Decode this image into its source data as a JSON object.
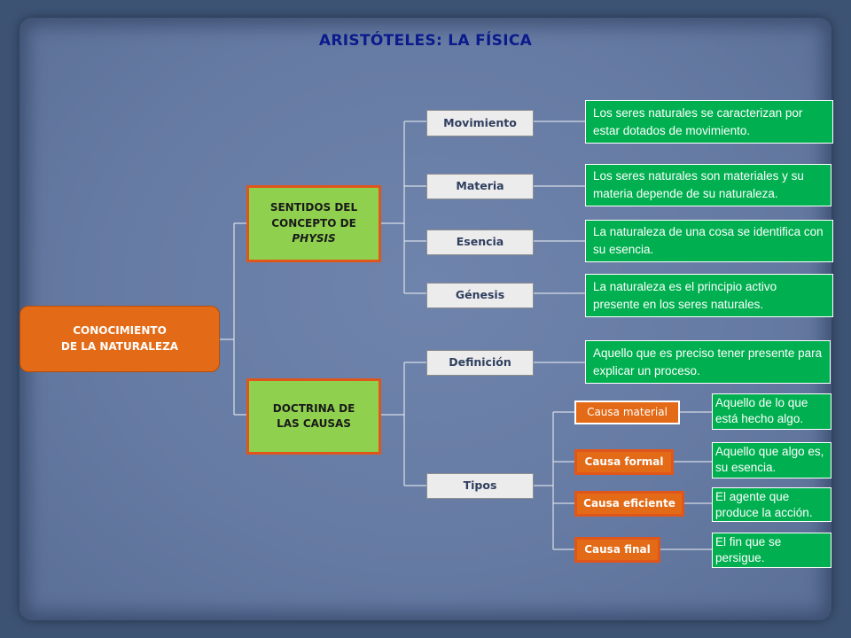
{
  "title": "ARISTÓTELES: LA  FÍSICA",
  "root": {
    "line1": "CONOCIMIENTO",
    "line2": "DE LA NATURALEZA"
  },
  "categories": [
    {
      "line1": "SENTIDOS DEL",
      "line2": "CONCEPTO  DE",
      "line3": "PHYSIS"
    },
    {
      "line1": "DOCTRINA DE",
      "line2": "LAS CAUSAS"
    }
  ],
  "physis": [
    {
      "label": "Movimiento",
      "desc": "Los seres naturales se caracterizan por estar dotados  de movimiento."
    },
    {
      "label": "Materia",
      "desc": "Los seres naturales son materiales y su materia depende de su naturaleza."
    },
    {
      "label": "Esencia",
      "desc": "La naturaleza de una cosa se identifica con  su esencia."
    },
    {
      "label": "Génesis",
      "desc": "La naturaleza es el principio activo presente en los seres naturales."
    }
  ],
  "causas": {
    "definicion": {
      "label": "Definición",
      "desc": "Aquello que es preciso tener presente  para explicar un proceso."
    },
    "tipos": {
      "label": "Tipos"
    },
    "types": [
      {
        "label": "Causa material",
        "desc": "Aquello de lo que está hecho algo."
      },
      {
        "label": "Causa formal",
        "desc": "Aquello que algo es, su esencia."
      },
      {
        "label": "Causa eficiente",
        "desc": "El agente que produce la acción."
      },
      {
        "label": "Causa final",
        "desc": "El fin que se persigue."
      }
    ]
  },
  "colors": {
    "background": "#3d5373",
    "board": "#6b80a8",
    "title": "#0b1a8c",
    "root": "#e36a16",
    "category": "#8fd14f",
    "category_border": "#e0561a",
    "sub_box": "#ececec",
    "description": "#00b050",
    "connector": "#ffffff"
  }
}
